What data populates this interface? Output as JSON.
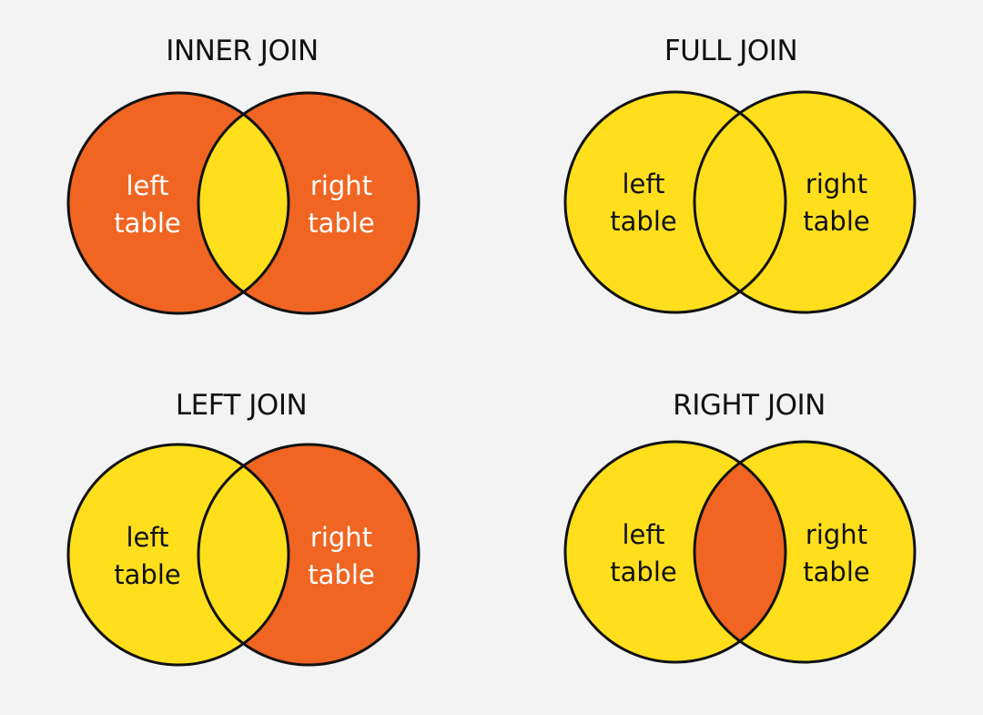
{
  "colors": {
    "included": "#ffdf1c",
    "excluded": "#f06522",
    "outline": "#111111",
    "background": "#f3f3f3"
  },
  "panels": [
    {
      "title": "INNER JOIN",
      "left": {
        "line1": "left",
        "line2": "table"
      },
      "right": {
        "line1": "right",
        "line2": "table"
      },
      "left_included": false,
      "overlap_included": true,
      "right_included": false
    },
    {
      "title": "FULL JOIN",
      "left": {
        "line1": "left",
        "line2": "table"
      },
      "right": {
        "line1": "right",
        "line2": "table"
      },
      "left_included": true,
      "overlap_included": true,
      "right_included": true
    },
    {
      "title": "LEFT JOIN",
      "left": {
        "line1": "left",
        "line2": "table"
      },
      "right": {
        "line1": "right",
        "line2": "table"
      },
      "left_included": true,
      "overlap_included": true,
      "right_included": false
    },
    {
      "title": "RIGHT JOIN",
      "left": {
        "line1": "left",
        "line2": "table"
      },
      "right": {
        "line1": "right",
        "line2": "table"
      },
      "left_included": true,
      "overlap_included": false,
      "right_included": true
    }
  ]
}
